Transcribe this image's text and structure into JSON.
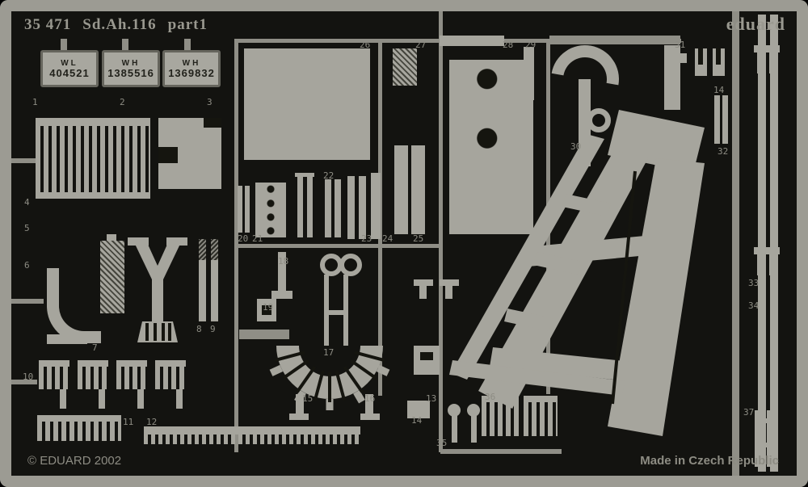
{
  "header": {
    "catalog": "35 471",
    "subject": "Sd.Ah.116",
    "edition": "part1",
    "brand": "eduard"
  },
  "footer": {
    "copyright": "© EDUARD 2002",
    "origin": "Made in Czech Republic"
  },
  "plates": [
    {
      "prefix": "WL",
      "number": "404521"
    },
    {
      "prefix": "WH",
      "number": "1385516"
    },
    {
      "prefix": "WH",
      "number": "1369832"
    }
  ],
  "part_labels": [
    "1",
    "2",
    "3",
    "4",
    "5",
    "6",
    "7",
    "8",
    "9",
    "10",
    "11",
    "12",
    "13",
    "14",
    "15",
    "16",
    "17",
    "18",
    "19",
    "20",
    "21",
    "22",
    "23",
    "24",
    "25",
    "26",
    "27",
    "28",
    "29",
    "30",
    "31",
    "32",
    "33",
    "34",
    "35",
    "36",
    "37",
    "14"
  ],
  "colors": {
    "background": "#131310",
    "metal": "#a6a59d",
    "frame": "#9c9b93",
    "etched_text": "#99988f"
  }
}
